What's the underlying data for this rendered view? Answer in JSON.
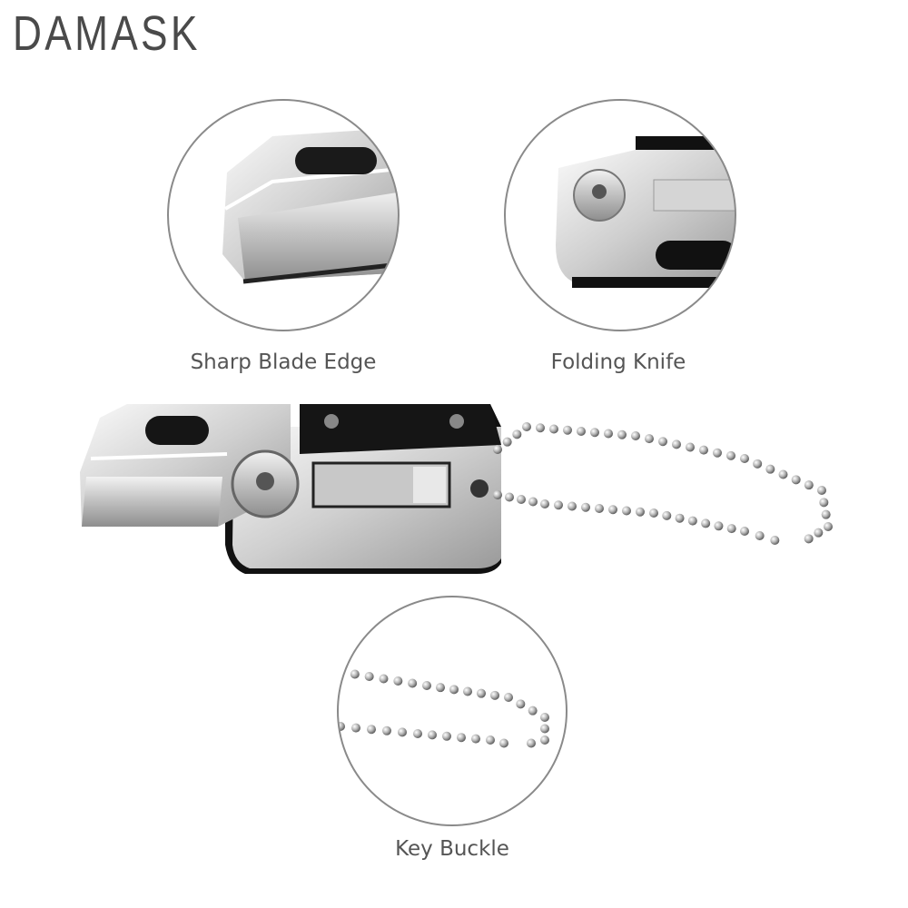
{
  "brand": {
    "name": "DAMASK"
  },
  "detail_callouts": [
    {
      "caption": "Sharp Blade Edge"
    },
    {
      "caption": "Folding Knife"
    },
    {
      "caption": "Key Buckle"
    }
  ],
  "colors": {
    "steel": "#c9c9c9",
    "handle": "#111111",
    "circle_border": "#8a8a8a",
    "text": "#555555"
  }
}
